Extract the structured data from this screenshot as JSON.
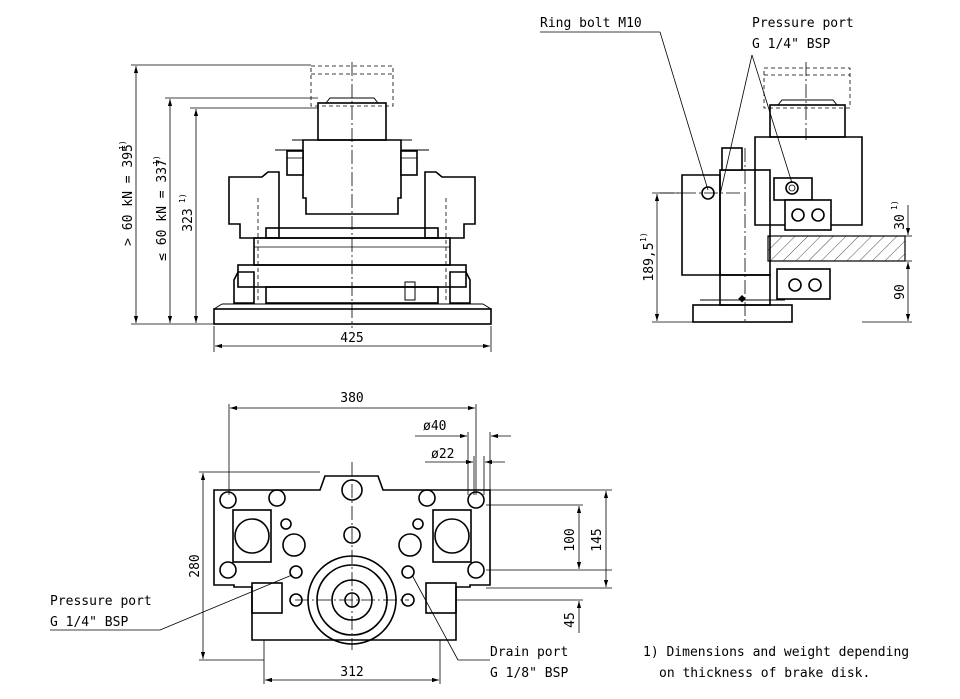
{
  "labels": {
    "ring_bolt": "Ring bolt M10",
    "pressure_port_top_line1": "Pressure port",
    "pressure_port_top_line2": "G 1/4\" BSP",
    "pressure_port_bottom_line1": "Pressure port",
    "pressure_port_bottom_line2": "G 1/4\" BSP",
    "drain_port_line1": "Drain port",
    "drain_port_line2": "G 1/8\" BSP"
  },
  "footnote": {
    "line1": "1) Dimensions and weight depending",
    "line2": "on thickness of brake disk."
  },
  "dimensions": {
    "front_width": "425",
    "height_over_60": "> 60 kN = 395",
    "height_upto_60": "≤ 60 kN = 337",
    "height_323": "323",
    "side_height": "189,5",
    "side_disk": "30",
    "side_90": "90",
    "top_width_380": "380",
    "top_dia_40": "ø40",
    "top_dia_22": "ø22",
    "top_height_280": "280",
    "top_100": "100",
    "top_145": "145",
    "top_45": "45",
    "top_width_312": "312",
    "footnote_mark": "1)"
  }
}
